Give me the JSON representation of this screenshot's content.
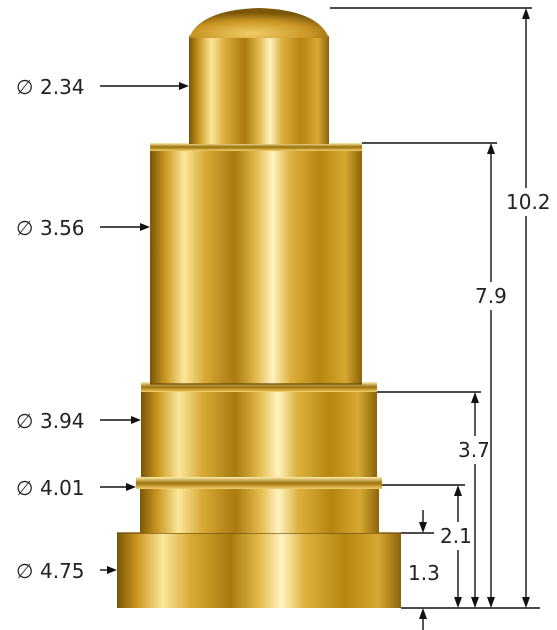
{
  "diagram": {
    "diameters": [
      {
        "symbol": "∅",
        "value": "2.34"
      },
      {
        "symbol": "∅",
        "value": "3.56"
      },
      {
        "symbol": "∅",
        "value": "3.94"
      },
      {
        "symbol": "∅",
        "value": "4.01"
      },
      {
        "symbol": "∅",
        "value": "4.75"
      }
    ],
    "heights": [
      {
        "value": "10.2"
      },
      {
        "value": "7.9"
      },
      {
        "value": "3.7"
      },
      {
        "value": "2.1"
      },
      {
        "value": "1.3"
      }
    ],
    "colors": {
      "gold_dark": "#8a6508",
      "gold_mid": "#d9ac38",
      "gold_light": "#fff1b8",
      "line": "#111111"
    }
  }
}
